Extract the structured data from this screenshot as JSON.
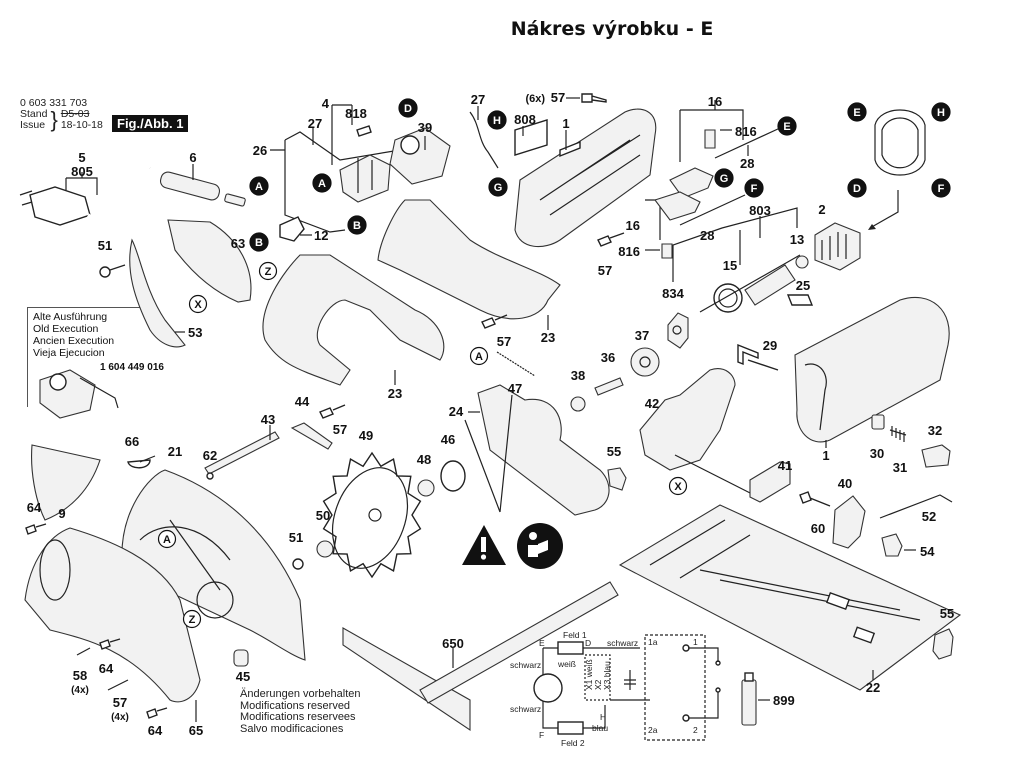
{
  "title": "Nákres výrobku - E",
  "header": {
    "part_number": "0 603 331 703",
    "stand_label": "Stand",
    "issue_label": "Issue",
    "old_version": "D5-03",
    "issue_date": "18-10-18",
    "figure_label": "Fig./Abb. 1"
  },
  "old_execution": {
    "lines": [
      "Alte Ausführung",
      "Old Execution",
      "Ancien Execution",
      "Vieja Ejecucion"
    ],
    "part_number": "1 604 449 016"
  },
  "modifications_note": [
    "Änderungen vorbehalten",
    "Modifications reserved",
    "Modifications reservees",
    "Salvo modificaciones"
  ],
  "connector_markers": {
    "A": "A",
    "B": "B",
    "D": "D",
    "E": "E",
    "F": "F",
    "G": "G",
    "H": "H",
    "X": "X",
    "Z": "Z"
  },
  "part_labels": {
    "p1": "1",
    "p2": "2",
    "p4": "4",
    "p5": "5",
    "p6": "6",
    "p9": "9",
    "p12": "12",
    "p13": "13",
    "p15": "15",
    "p16a": "16",
    "p16b": "16",
    "p21": "21",
    "p22": "22",
    "p23a": "23",
    "p23b": "23",
    "p24": "24",
    "p25": "25",
    "p26": "26",
    "p27a": "27",
    "p27b": "27",
    "p28a": "28",
    "p28b": "28",
    "p29": "29",
    "p30": "30",
    "p31": "31",
    "p32": "32",
    "p36": "36",
    "p37": "37",
    "p38": "38",
    "p39": "39",
    "p40": "40",
    "p41": "41",
    "p42": "42",
    "p43": "43",
    "p44": "44",
    "p45": "45",
    "p46": "46",
    "p47": "47",
    "p48": "48",
    "p49": "49",
    "p50": "50",
    "p51a": "51",
    "p51b": "51",
    "p52": "52",
    "p53": "53",
    "p54": "54",
    "p55a": "55",
    "p55b": "55",
    "p57a": "57",
    "p57b": "57",
    "p57c": "57",
    "p57d": "57",
    "p57e": "57",
    "p58": "58",
    "p60": "60",
    "p62": "62",
    "p63": "63",
    "p64a": "64",
    "p64b": "64",
    "p64c": "64",
    "p65": "65",
    "p66": "66",
    "p650": "650",
    "p803": "803",
    "p805": "805",
    "p808": "808",
    "p816a": "816",
    "p816b": "816",
    "p818": "818",
    "p834": "834",
    "p899": "899",
    "p1b": "1",
    "qty_6x": "(6x)",
    "qty_4x_a": "(4x)",
    "qty_4x_b": "(4x)"
  },
  "wiring": {
    "feld1": "Feld 1",
    "feld2": "Feld 2",
    "schwarz_top": "schwarz",
    "schwarz_left1": "schwarz",
    "schwarz_left2": "schwarz",
    "weiss": "weiß",
    "blau": "blau",
    "x1": "X1 weiß",
    "x2": "X2",
    "x3": "X3 blau",
    "E": "E",
    "D": "D",
    "F": "F",
    "H": "H",
    "t1a": "1a",
    "t2a": "2a",
    "t1": "1",
    "t2": "2"
  }
}
